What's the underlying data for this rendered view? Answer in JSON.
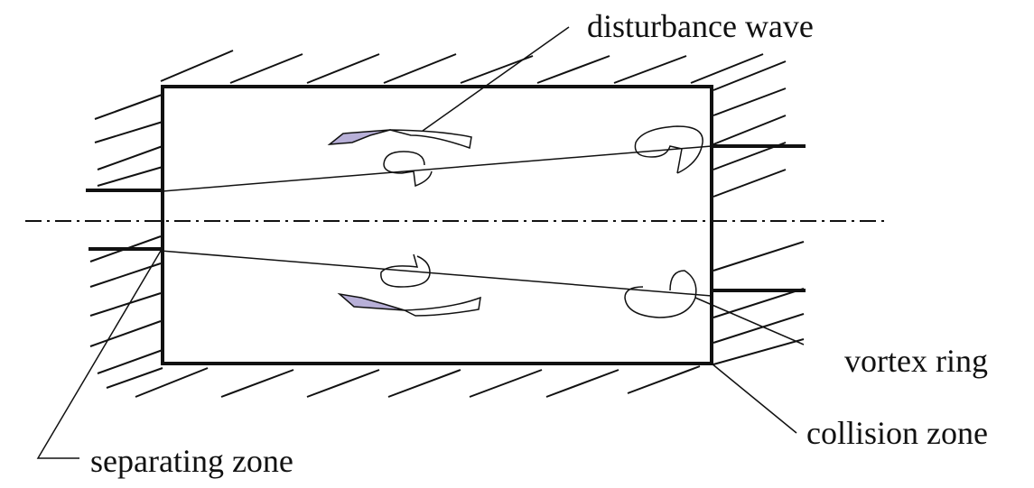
{
  "labels": {
    "disturbance_wave": "disturbance wave",
    "vortex_ring": "vortex ring",
    "collision_zone": "collision zone",
    "separating_zone": "separating zone"
  },
  "colors": {
    "line": "#111111",
    "wave_fill": "#b8b0d8",
    "background": "#ffffff"
  }
}
